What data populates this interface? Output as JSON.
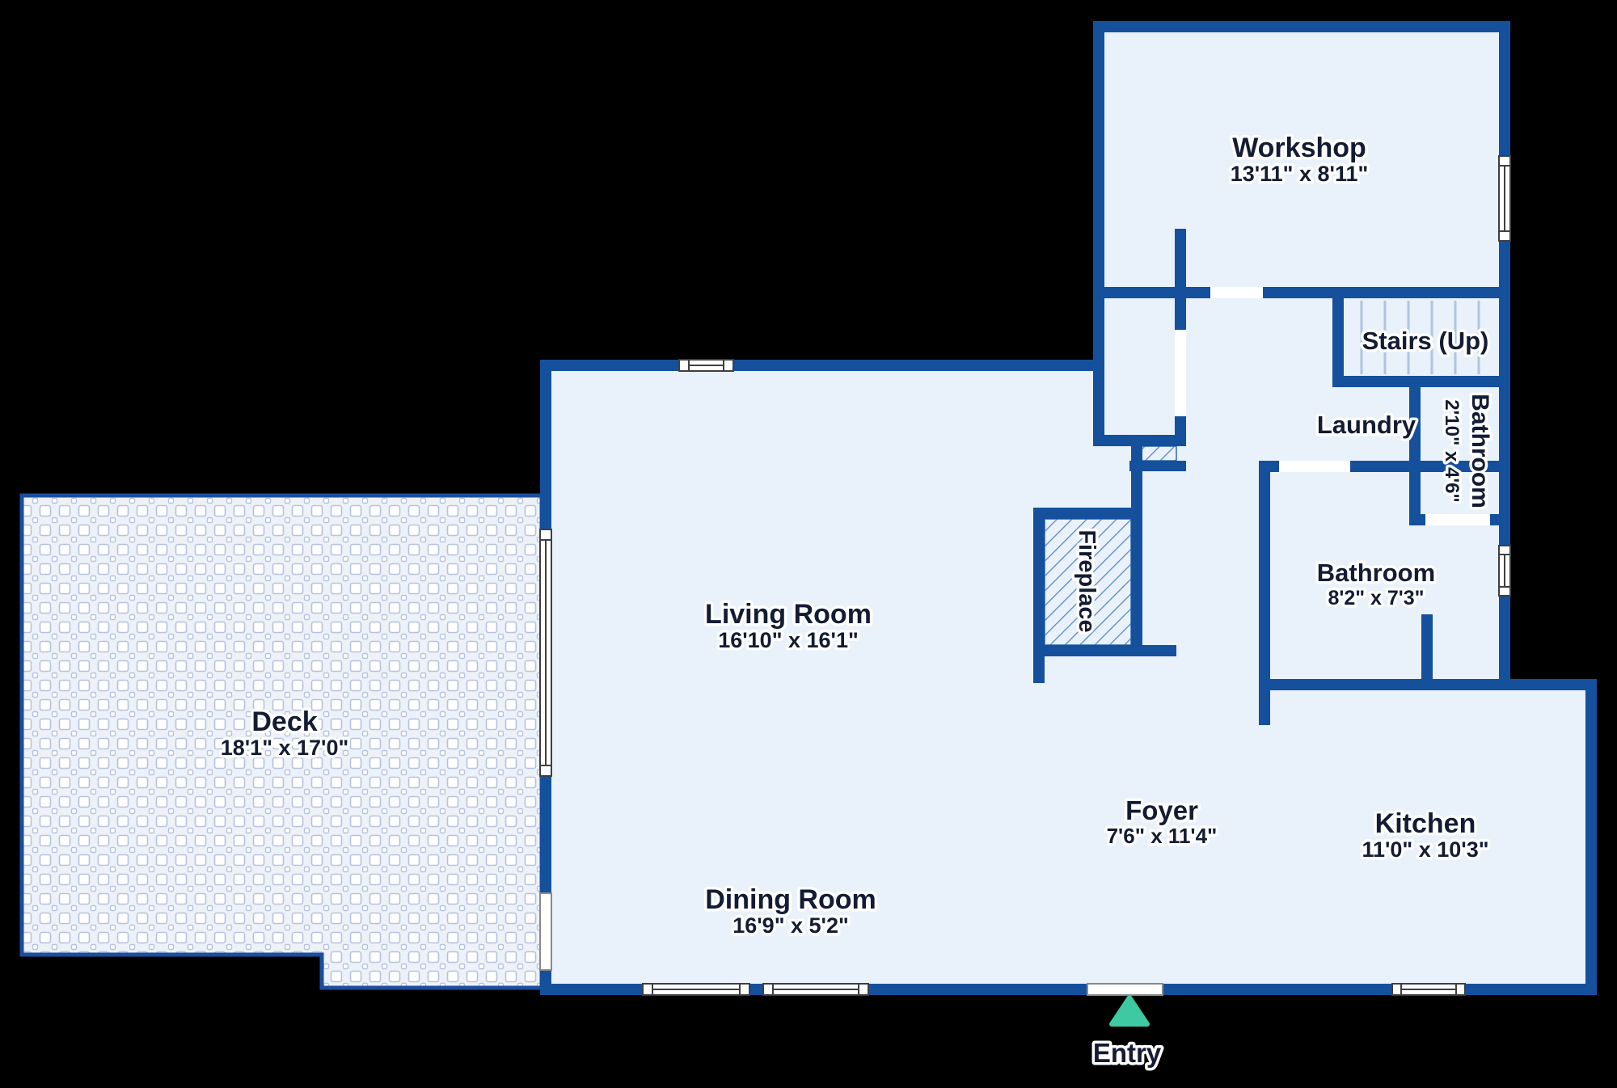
{
  "floorplan": {
    "rooms": {
      "workshop": {
        "label": "Workshop",
        "dims": "13'11\" x 8'11\""
      },
      "stairs": {
        "label": "Stairs (Up)"
      },
      "laundry": {
        "label": "Laundry"
      },
      "bathroom_small": {
        "label": "Bathroom",
        "dims": "2'10\" x 4'6\""
      },
      "bathroom": {
        "label": "Bathroom",
        "dims": "8'2\" x 7'3\""
      },
      "living_room": {
        "label": "Living Room",
        "dims": "16'10\" x 16'1\""
      },
      "deck": {
        "label": "Deck",
        "dims": "18'1\" x 17'0\""
      },
      "fireplace": {
        "label": "Fireplace"
      },
      "foyer": {
        "label": "Foyer",
        "dims": "7'6\" x 11'4\""
      },
      "kitchen": {
        "label": "Kitchen",
        "dims": "11'0\" x 10'3\""
      },
      "dining_room": {
        "label": "Dining Room",
        "dims": "16'9\" x 5'2\""
      }
    },
    "entry": {
      "label": "Entry"
    },
    "colors": {
      "background": "#000000",
      "wall": "#15509d",
      "floor": "#e9f1fb",
      "deck_border": "#1b4f9e",
      "tile_line": "#b6c2de",
      "hatch_line": "#5b87c5",
      "stair_tread": "#b0c4e2",
      "entry_arrow": "#3ec9a2",
      "label_text": "#131c33"
    }
  }
}
